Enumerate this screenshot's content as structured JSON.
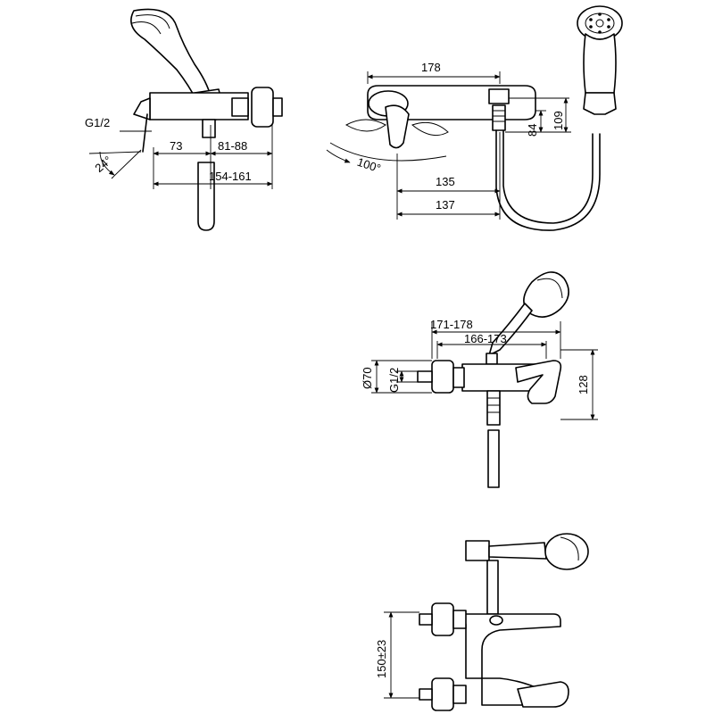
{
  "labels": {
    "g12_side": "G1/2",
    "d73": "73",
    "d81_88": "81-88",
    "d154_161": "154-161",
    "angle24": "24°",
    "d178": "178",
    "d84": "84",
    "d109": "109",
    "angle100": "100°",
    "d135": "135",
    "d137": "137",
    "d171_178": "171-178",
    "d166_173": "166-173",
    "phi70": "Ø70",
    "g12_front": "G1/2",
    "d128": "128",
    "d150": "150±23"
  }
}
